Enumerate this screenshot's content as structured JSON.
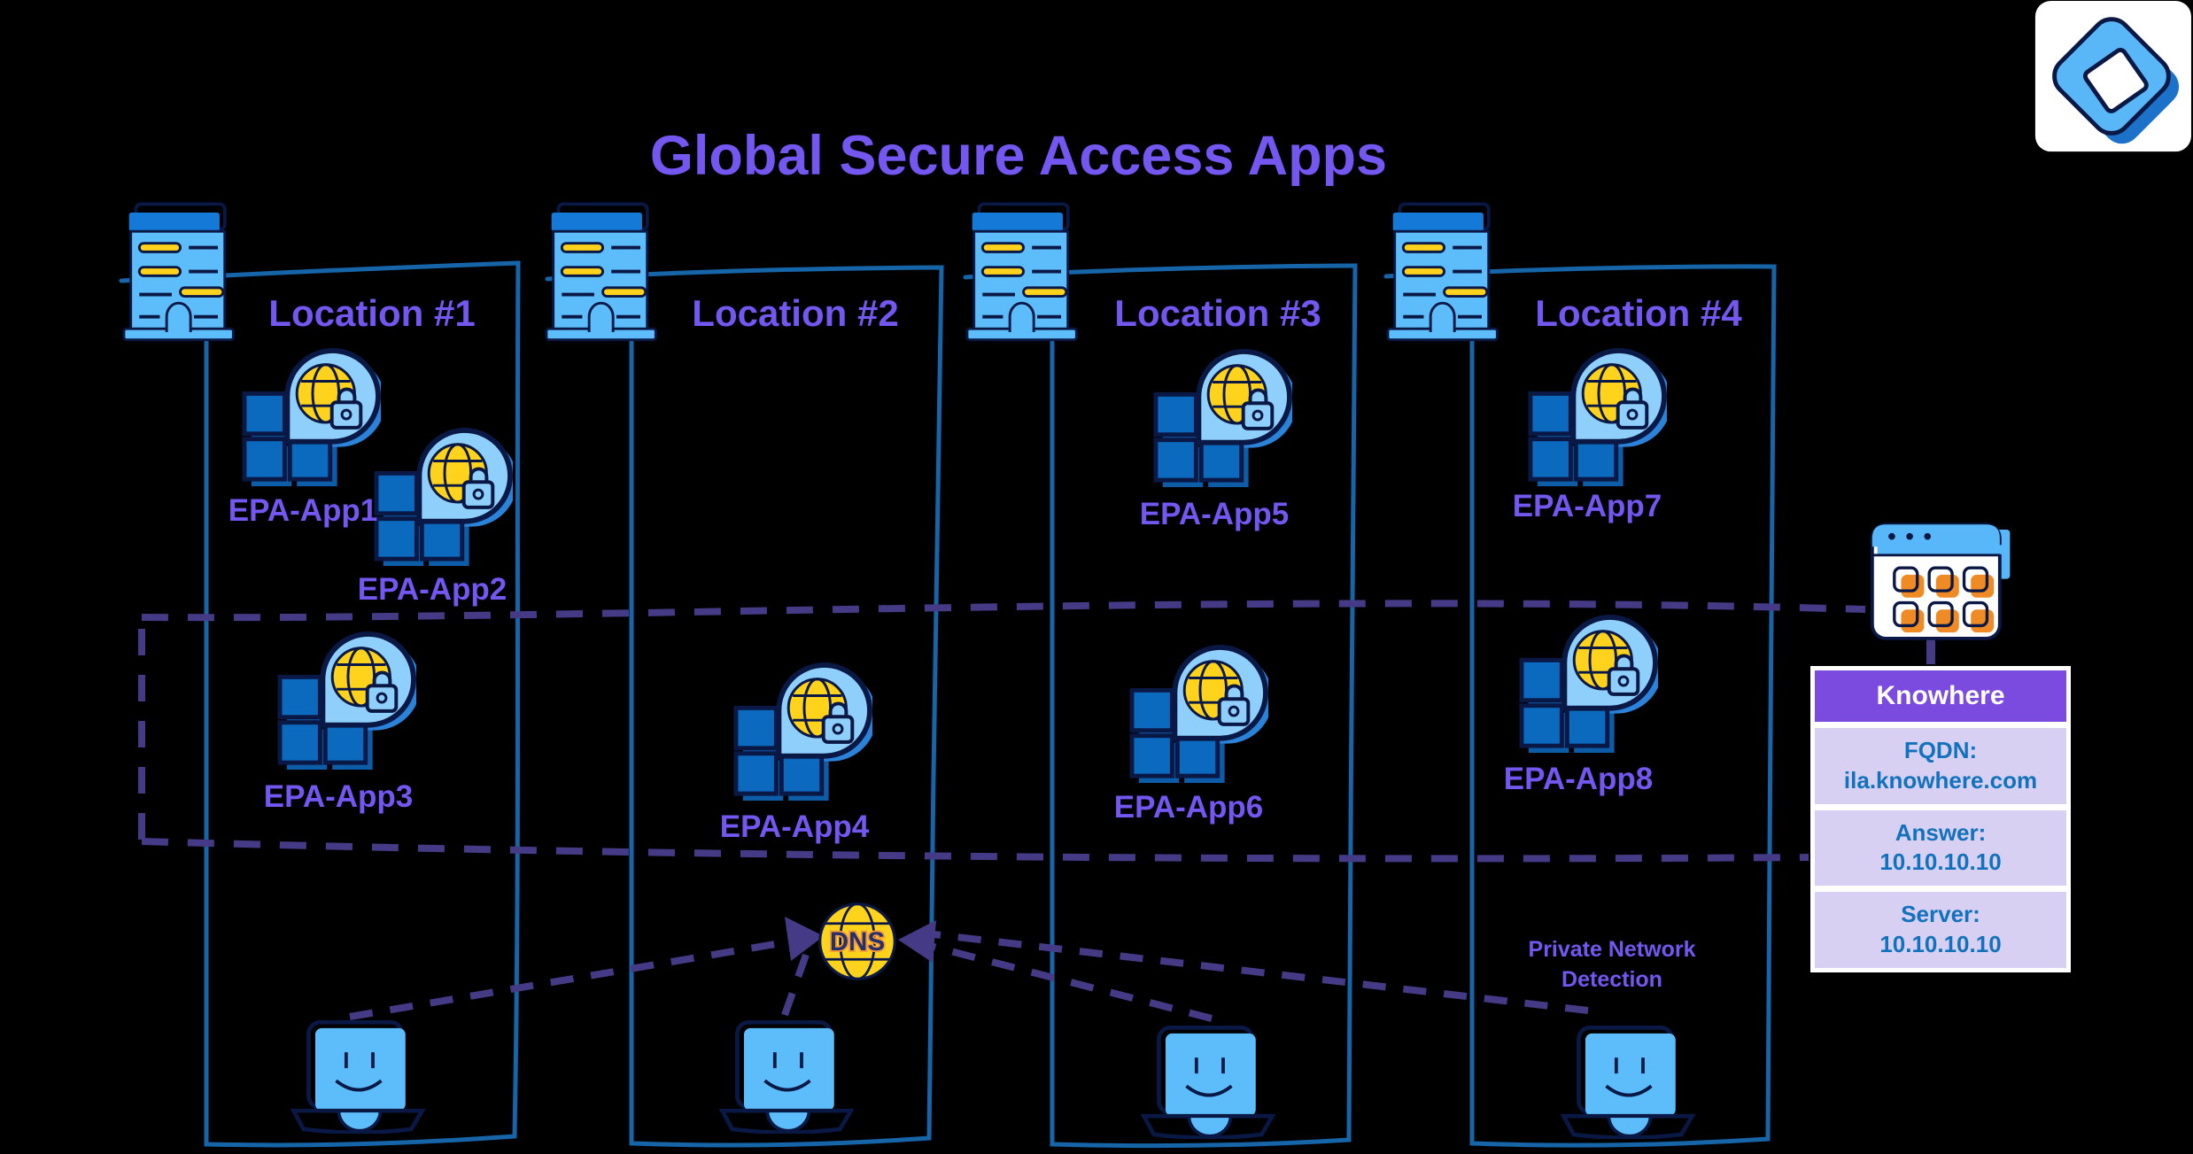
{
  "title": "Global Secure Access Apps",
  "locations": [
    {
      "label": "Location #1"
    },
    {
      "label": "Location #2"
    },
    {
      "label": "Location #3"
    },
    {
      "label": "Location #4"
    }
  ],
  "apps": [
    {
      "label": "EPA-App1"
    },
    {
      "label": "EPA-App2"
    },
    {
      "label": "EPA-App3"
    },
    {
      "label": "EPA-App4"
    },
    {
      "label": "EPA-App5"
    },
    {
      "label": "EPA-App6"
    },
    {
      "label": "EPA-App7"
    },
    {
      "label": "EPA-App8"
    }
  ],
  "dns_label": "DNS",
  "private_network_detection": "Private Network Detection",
  "table": {
    "header": "Knowhere",
    "rows": [
      {
        "label": "FQDN:",
        "value": "ila.knowhere.com"
      },
      {
        "label": "Answer:",
        "value": "10.10.10.10"
      },
      {
        "label": "Server:",
        "value": "10.10.10.10"
      }
    ]
  },
  "colors": {
    "accent_purple": "#7456F1",
    "dashed_purple": "#453A85",
    "location_box_blue": "#1565A8",
    "outline_navy": "#0A1845",
    "light_blue": "#5CBDFA",
    "icon_circle_blue": "#8FCFFB",
    "mid_blue": "#0B69BE",
    "shadow_blue": "#0D5CA8",
    "yellow": "#FFD21C",
    "orange": "#F08A24",
    "table_header_purple": "#7B4BE0",
    "table_row_lavender": "#D8D0F2",
    "table_text_blue": "#1272BE",
    "background": "#000000"
  }
}
